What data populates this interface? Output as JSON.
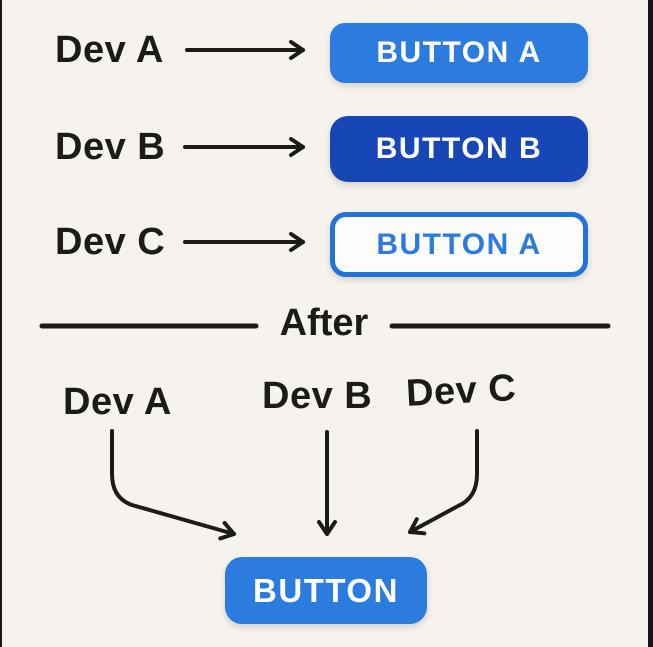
{
  "colors": {
    "background": "#f6f3ee",
    "ink": "#1d1b18",
    "primary_blue": "#2b7cde",
    "dark_blue": "#1747b7",
    "outline_blue": "#2273d9",
    "button_text_white": "#ffffff"
  },
  "before": {
    "rows": [
      {
        "dev": "Dev A",
        "button_label": "BUTTON A",
        "button_variant": "filled-primary"
      },
      {
        "dev": "Dev B",
        "button_label": "BUTTON B",
        "button_variant": "filled-dark"
      },
      {
        "dev": "Dev C",
        "button_label": "BUTTON A",
        "button_variant": "outlined"
      }
    ]
  },
  "divider": {
    "label": "After"
  },
  "after": {
    "devs": [
      {
        "label": "Dev A"
      },
      {
        "label": "Dev B"
      },
      {
        "label": "Dev C"
      }
    ],
    "button_label": "BUTTON"
  }
}
